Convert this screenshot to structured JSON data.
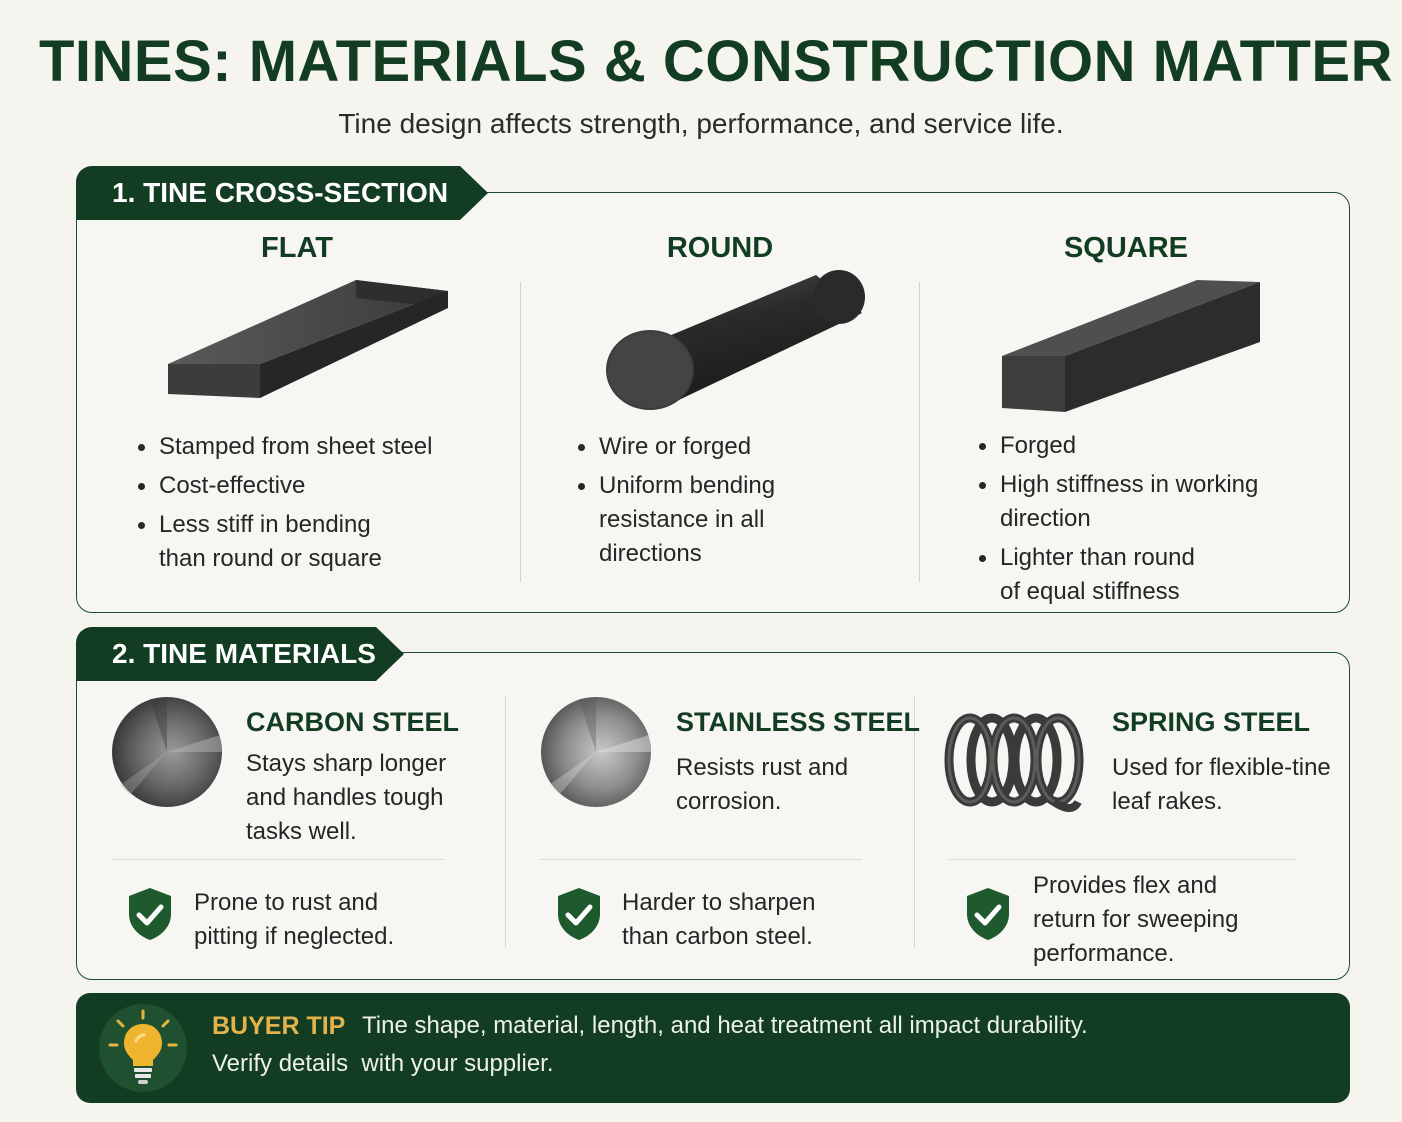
{
  "header": {
    "title": "TINES: MATERIALS & CONSTRUCTION MATTER",
    "subtitle": "Tine design affects strength, performance, and service life."
  },
  "cross_section": {
    "heading": "1. TINE CROSS-SECTION",
    "columns": [
      {
        "title": "FLAT",
        "bullets": [
          "Stamped from sheet steel",
          "Cost-effective",
          "Less stiff in bending\nthan round or square"
        ]
      },
      {
        "title": "ROUND",
        "bullets": [
          "Wire or forged",
          "Uniform bending\nresistance in all\ndirections"
        ]
      },
      {
        "title": "SQUARE",
        "bullets": [
          "Forged",
          "High stiffness in working\ndirection",
          "Lighter than round\nof equal stiffness"
        ]
      }
    ]
  },
  "materials": {
    "heading": "2. TINE MATERIALS",
    "items": [
      {
        "title": "CARBON STEEL",
        "description": "Stays sharp longer\nand handles tough\ntasks well.",
        "note": "Prone to rust and\npitting if neglected.",
        "icon": "steel-disc-icon"
      },
      {
        "title": "STAINLESS STEEL",
        "description": "Resists rust and\ncorrosion.",
        "note": "Harder to sharpen\nthan carbon steel.",
        "icon": "steel-disc-icon"
      },
      {
        "title": "SPRING STEEL",
        "description": "Used for flexible-tine\nleaf rakes.",
        "note": "Provides flex and\nreturn for sweeping\nperformance.",
        "icon": "coil-spring-icon"
      }
    ],
    "note_icon": "shield-check-icon"
  },
  "tip": {
    "label": "BUYER TIP",
    "line1": "Tine shape, material, length, and heat treatment all impact durability.",
    "line2": "Verify details  with your supplier.",
    "icon": "lightbulb-icon"
  },
  "colors": {
    "primary_green": "#123d22",
    "tip_gold": "#e3b24a",
    "background": "#f5f4ef"
  }
}
